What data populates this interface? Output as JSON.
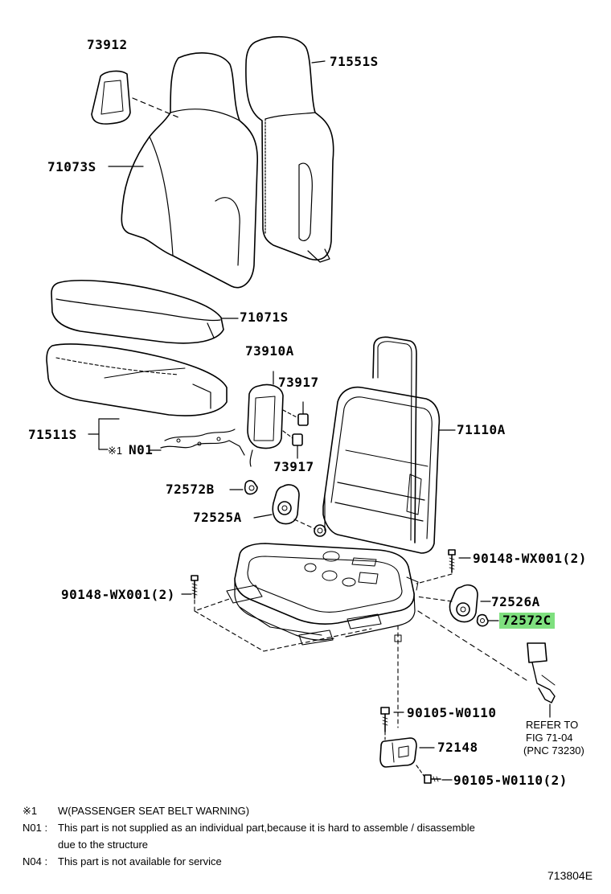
{
  "labels": {
    "p73912": "73912",
    "p71551s": "71551S",
    "p71073s": "71073S",
    "p71071s": "71071S",
    "p73910a": "73910A",
    "p73917a": "73917",
    "p73917b": "73917",
    "p71511s": "71511S",
    "n01_mark": "※1",
    "n01": "N01",
    "p71110a": "71110A",
    "p72572b": "72572B",
    "p72525a": "72525A",
    "p90148_right": "90148-WX001(2)",
    "p90148_left": "90148-WX001(2)",
    "p72526a": "72526A",
    "p72572c": "72572C",
    "p90105_top": "90105-W0110",
    "p72148": "72148",
    "p90105_bottom": "90105-W0110(2)",
    "refer_line1": "REFER TO",
    "refer_line2": "FIG 71-04",
    "refer_line3": "(PNC 73230)"
  },
  "highlight": {
    "part": "72572C",
    "color": "#7fe07f"
  },
  "notes": [
    {
      "mark": "※1",
      "text": "W(PASSENGER SEAT BELT WARNING)"
    },
    {
      "mark": "N01 :",
      "text": "This part is not supplied as an individual part,because it is hard to assemble / disassemble"
    },
    {
      "mark": "",
      "text": "due to the structure"
    },
    {
      "mark": "N04 :",
      "text": "This part is not available for service"
    }
  ],
  "figure_number": "713804E"
}
